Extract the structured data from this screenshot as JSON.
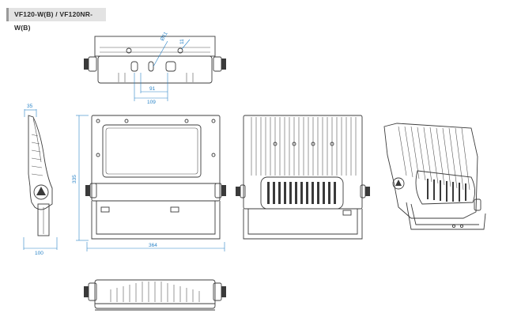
{
  "title": "VF120-W(B) / VF120NR-W(B)",
  "dimensions": {
    "d_hole": "Ø11",
    "d_11": "11",
    "d_91": "91",
    "d_109": "109",
    "d_35": "35",
    "d_335": "335",
    "d_100": "100",
    "d_364": "364"
  },
  "colors": {
    "dimension": "#2a84c8",
    "line": "#3c3c3c",
    "tag_bg": "#e3e3e3"
  }
}
